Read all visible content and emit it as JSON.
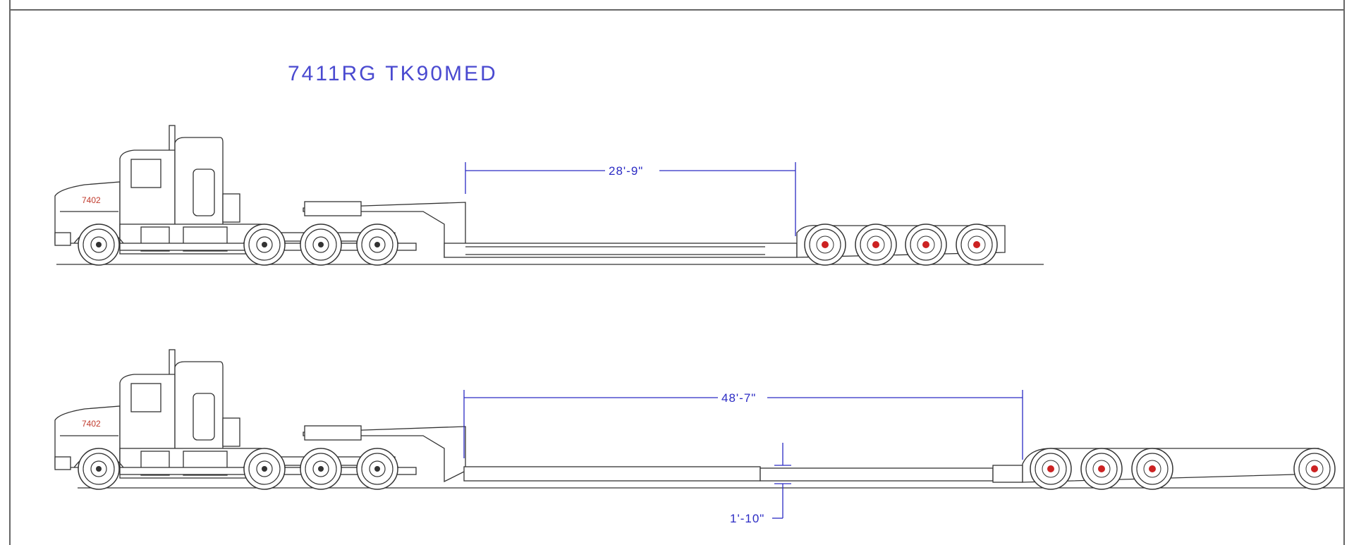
{
  "drawing": {
    "title": "7411RG TK90MED",
    "border_color": "#666666",
    "line_color": "#333333",
    "dimension_color": "#2b2bc4",
    "marker_color": "#cc2222"
  },
  "config_short": {
    "unit_number": "7402",
    "deck_length": "28'-9\""
  },
  "config_extended": {
    "unit_number": "7402",
    "deck_length": "48'-7\"",
    "deck_height": "1'-10\""
  }
}
